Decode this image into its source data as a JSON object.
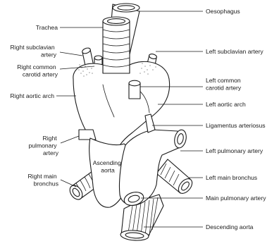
{
  "diagram": {
    "labels_left": {
      "trachea": "Trachea",
      "right_subclavian": [
        "Right subclavian",
        "artery"
      ],
      "right_common_carotid": [
        "Right common",
        "carotid artery"
      ],
      "right_aortic_arch": "Right aortic arch",
      "right_pulmonary": [
        "Right",
        "pulmonary",
        "artery"
      ],
      "right_main_bronchus": [
        "Right main",
        "bronchus"
      ]
    },
    "labels_center": {
      "ascending_aorta": [
        "Ascending",
        "aorta"
      ]
    },
    "labels_right": {
      "oesophagus": "Oesophagus",
      "left_subclavian": "Left subclavian artery",
      "left_common_carotid": [
        "Left common",
        "carotid artery"
      ],
      "left_aortic_arch": "Left aortic arch",
      "ligamentus_arteriosus": "Ligamentus arteriosus",
      "left_pulmonary": "Left pulmonary artery",
      "left_main_bronchus": "Left main bronchus",
      "main_pulmonary": "Main pulmonary artery",
      "descending_aorta": "Descending aorta"
    }
  }
}
